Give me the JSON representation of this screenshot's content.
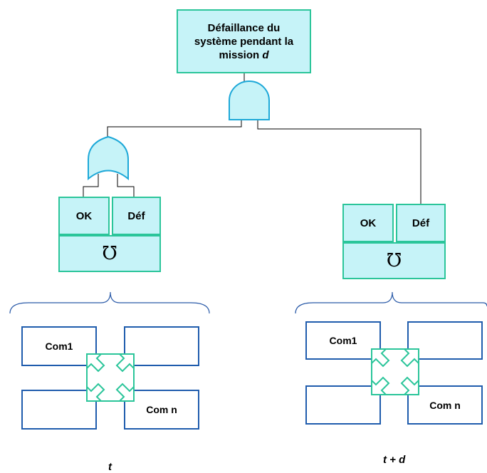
{
  "top_event": {
    "line1": "Défaillance du",
    "line2": "système pendant la",
    "line3_prefix": "mission ",
    "line3_var": "d"
  },
  "state_left": {
    "ok": "OK",
    "def": "Déf",
    "operator": "℧"
  },
  "state_right": {
    "ok": "OK",
    "def": "Déf",
    "operator": "℧"
  },
  "components_left": {
    "first": "Com1",
    "last": "Com n"
  },
  "components_right": {
    "first": "Com1",
    "last": "Com n"
  },
  "time_left": "t",
  "time_right": "t + d",
  "colors": {
    "fill": "#c6f3f8",
    "gate": "#1da8d8",
    "box_border": "#2bc59a",
    "component_border": "#1f5cad",
    "brace": "#2a5aa8"
  }
}
